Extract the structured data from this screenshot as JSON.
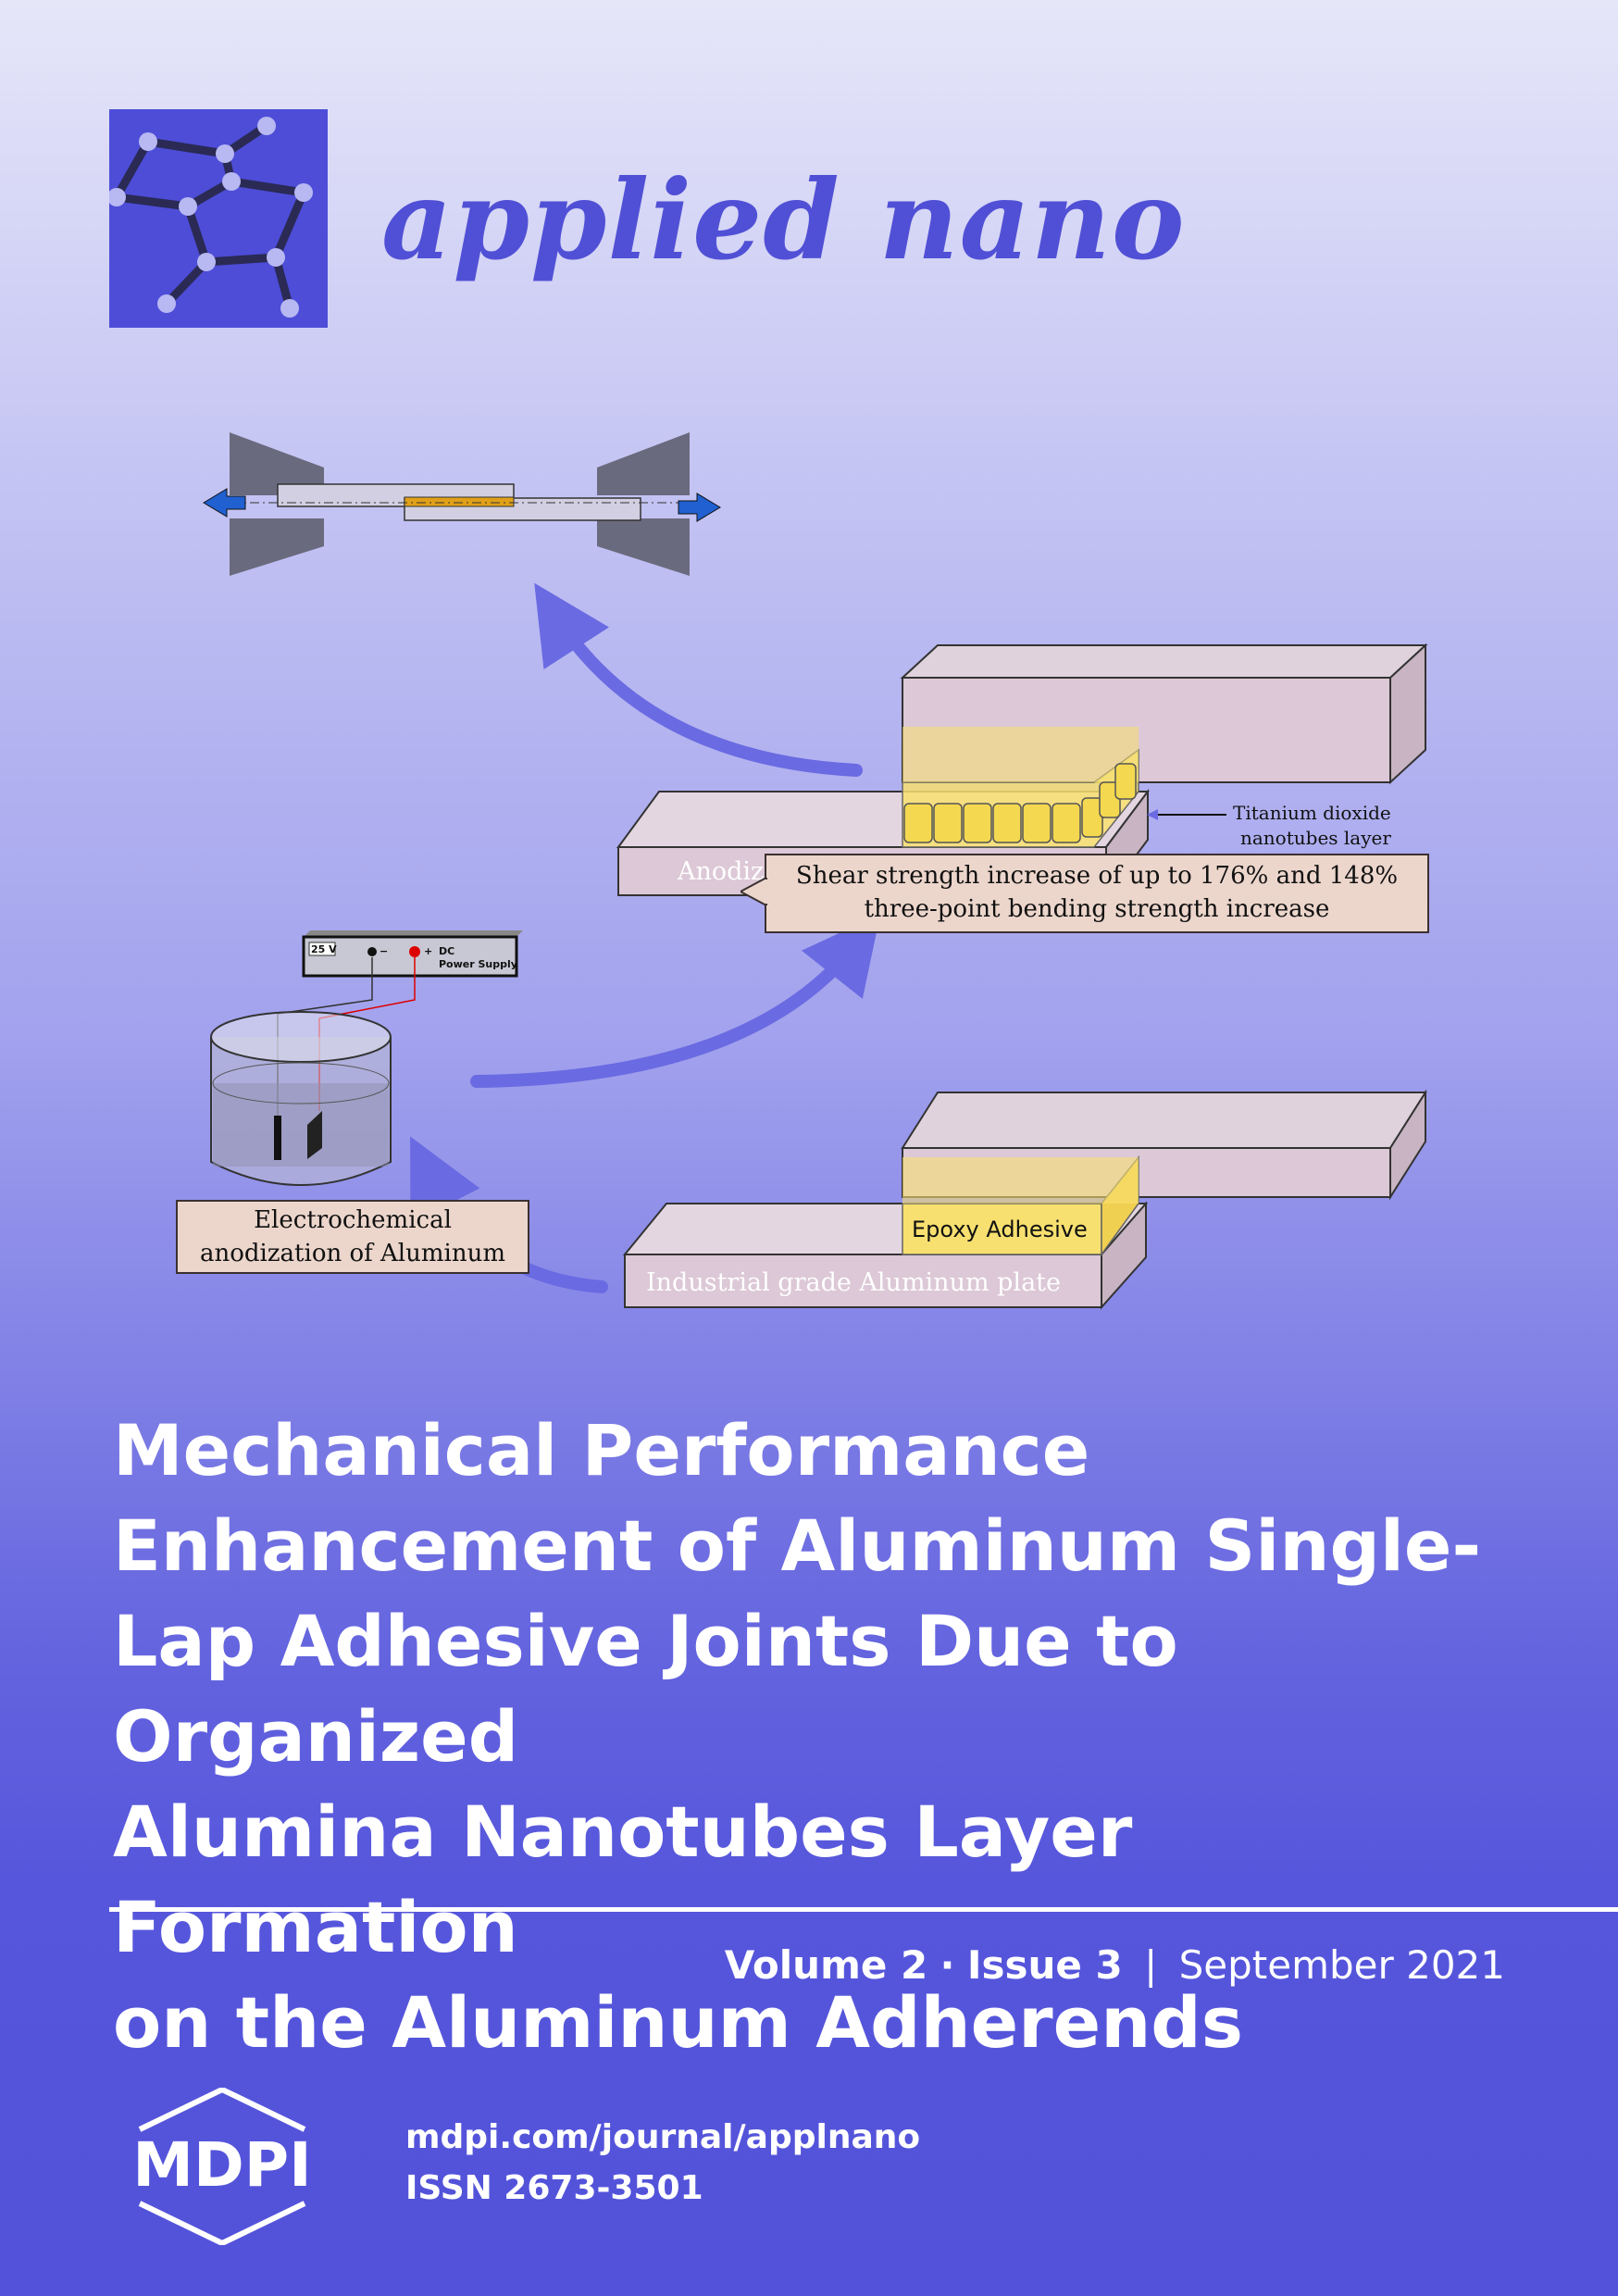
{
  "journal": {
    "name": "applied nano"
  },
  "figure": {
    "callout_top": "Shear strength increase of up to 176% and 148% three-point bending strength increase",
    "callout_left_line1": "Electrochemical",
    "callout_left_line2": "anodization of Aluminum",
    "anodized_plate": "Anodized Aluminum plate",
    "industrial_plate": "Industrial grade Aluminum plate",
    "epoxy": "Epoxy Adhesive",
    "tio2_line1": "Titanium dioxide",
    "tio2_line2": "nanotubes layer",
    "psu_voltage": "25 V",
    "psu_minus": "−",
    "psu_plus": "+",
    "psu_dc": "DC",
    "psu_name": "Power Supply"
  },
  "article": {
    "title_line1": "Mechanical Performance",
    "title_line2": "Enhancement of Aluminum Single-",
    "title_line3": "Lap Adhesive Joints Due to Organized",
    "title_line4": "Alumina Nanotubes Layer Formation",
    "title_line5": "on the Aluminum Adherends"
  },
  "issue": {
    "volume": "Volume 2",
    "dot": "·",
    "number": "Issue 3",
    "divider": "|",
    "date": "September 2021"
  },
  "footer": {
    "publisher": "MDPI",
    "url": "mdpi.com/journal/applnano",
    "issn": "ISSN 2673-3501"
  },
  "colors": {
    "brand_blue": "#5050d6",
    "callout_fill": "#ecd6cc",
    "plate_fill": "#dcc8d6",
    "adhesive_yellow": "#f8e070",
    "arrow_blue": "#6a6ae2"
  }
}
